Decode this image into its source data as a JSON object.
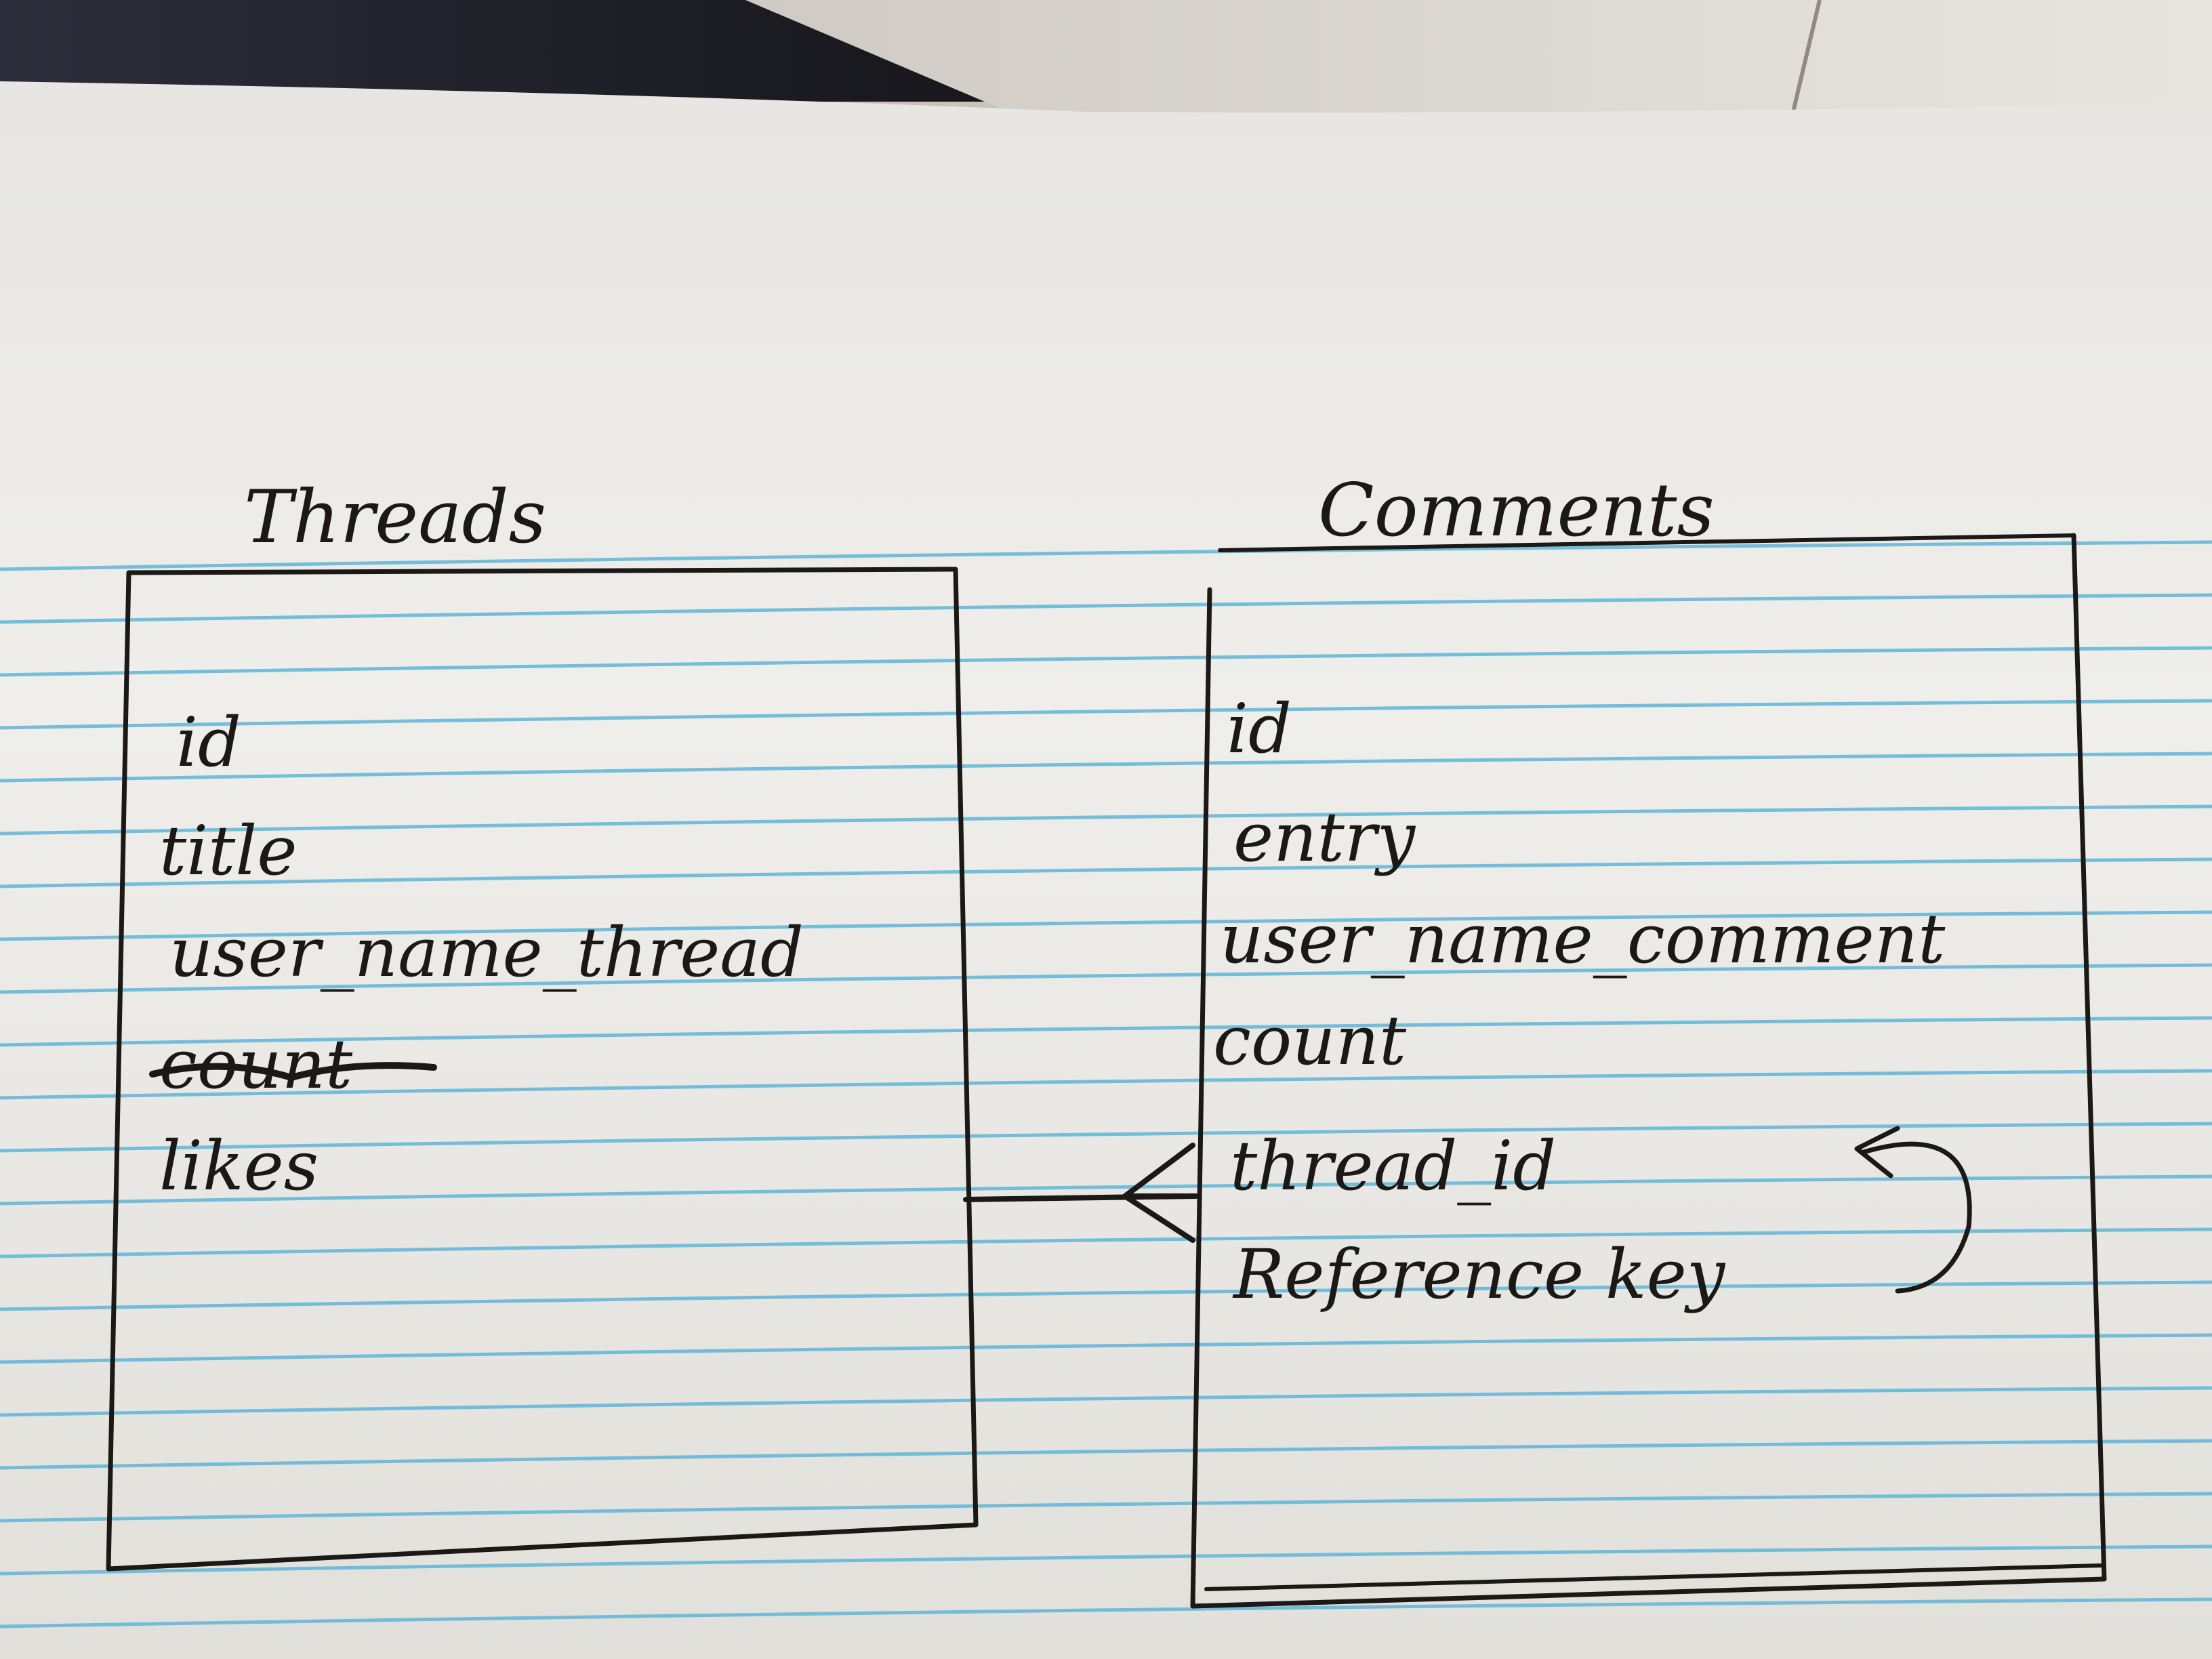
{
  "diagram": {
    "entities": [
      {
        "title": "Threads",
        "fields": [
          {
            "label": "id",
            "struck": false
          },
          {
            "label": "title",
            "struck": false
          },
          {
            "label": "user_name_thread",
            "struck": false
          },
          {
            "label": "count",
            "struck": true
          },
          {
            "label": "likes",
            "struck": false
          }
        ]
      },
      {
        "title": "Comments",
        "fields": [
          {
            "label": "id",
            "struck": false
          },
          {
            "label": "entry",
            "struck": false
          },
          {
            "label": "user_name_comment",
            "struck": false
          },
          {
            "label": "count",
            "struck": false
          },
          {
            "label": "thread_id",
            "struck": false
          }
        ],
        "note": "Reference key"
      }
    ],
    "relationship": {
      "from": "Threads",
      "to": "Comments.thread_id",
      "cardinality": "one-to-many"
    }
  },
  "colors": {
    "ink": "#1b1815",
    "paper": "#ecebe7",
    "rule_line": "#5fb6d8",
    "backdrop_dark": "#2a2a35"
  }
}
